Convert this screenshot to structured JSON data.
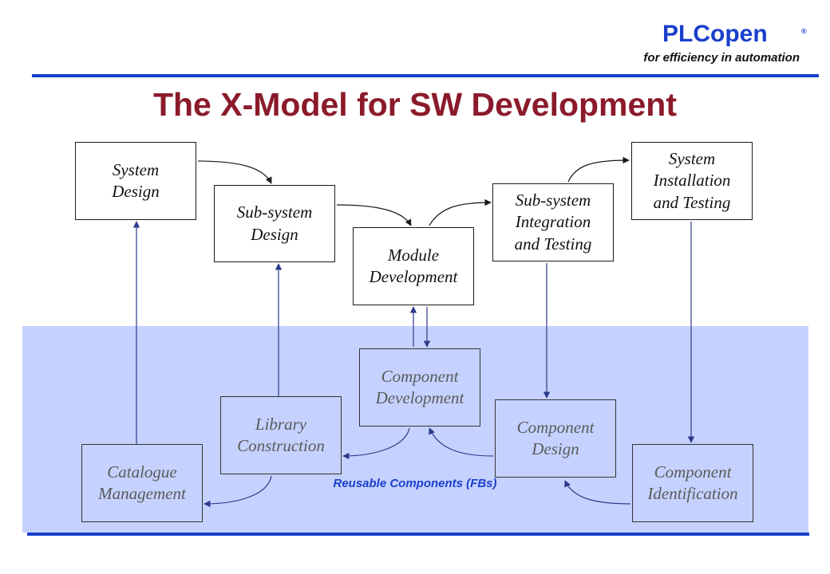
{
  "header": {
    "logo": "PLCopen",
    "logo_mark": "®",
    "tagline": "for efficiency in automation",
    "brand_color": "#1a3fcc"
  },
  "title": "The X-Model for SW Development",
  "title_color": "#8b1a2a",
  "band_color": "#c5d2ff",
  "development_boxes": {
    "system_design": "System\nDesign",
    "subsystem_design": "Sub-system\nDesign",
    "module_development": "Module\nDevelopment",
    "subsystem_integration": "Sub-system\nIntegration\nand Testing",
    "system_installation": "System\nInstallation\nand Testing"
  },
  "component_boxes": {
    "catalogue_management": "Catalogue\nManagement",
    "library_construction": "Library\nConstruction",
    "component_development": "Component\nDevelopment",
    "component_design": "Component\nDesign",
    "component_identification": "Component\nIdentification"
  },
  "reuse_label": "Reusable Components  (FBs)"
}
